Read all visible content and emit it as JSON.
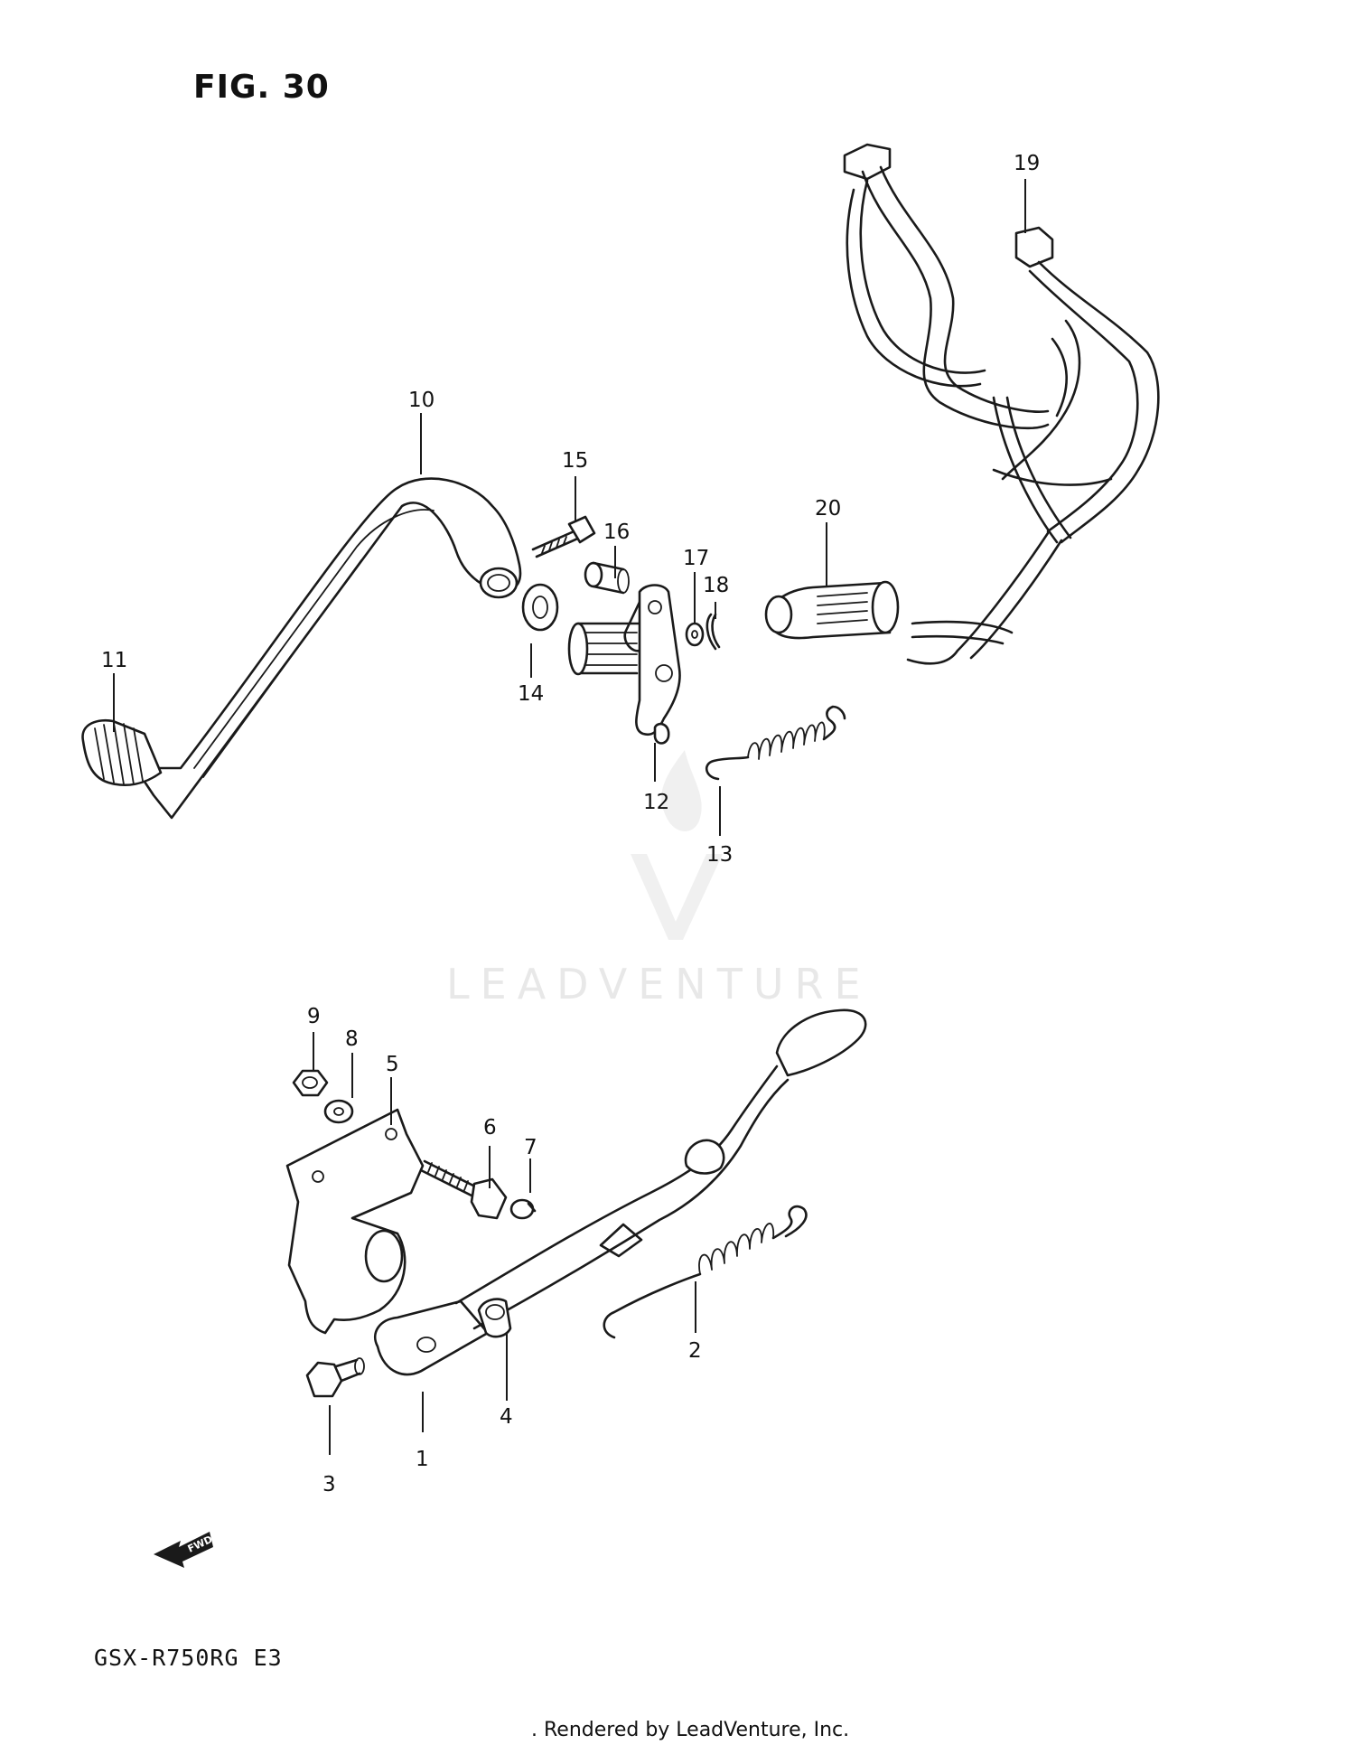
{
  "figure": {
    "title": "FIG. 30",
    "model_code": "GSX-R750RG  E3"
  },
  "footer": {
    "credit": ". Rendered by LeadVenture, Inc."
  },
  "watermark": {
    "text": "LEADVENTURE"
  },
  "fwd_marker": {
    "label": "FWD"
  },
  "callouts": [
    "1",
    "2",
    "3",
    "4",
    "5",
    "6",
    "7",
    "8",
    "9",
    "10",
    "11",
    "12",
    "13",
    "14",
    "15",
    "16",
    "17",
    "18",
    "19",
    "20"
  ]
}
